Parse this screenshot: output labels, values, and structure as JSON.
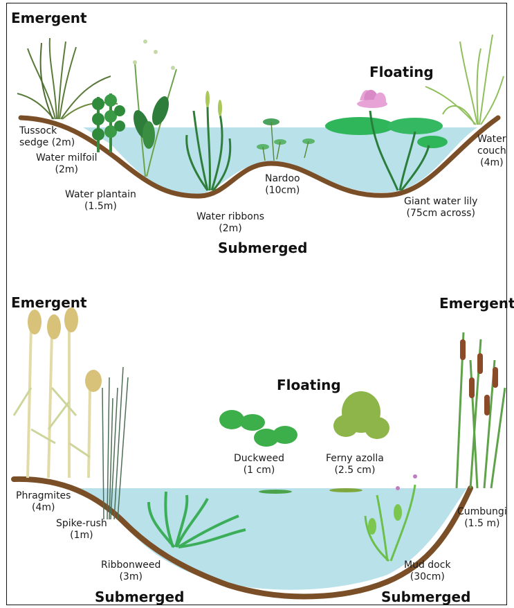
{
  "top": {
    "heading_emergent": "Emergent",
    "heading_floating": "Floating",
    "heading_submerged": "Submerged",
    "plants": [
      {
        "name": "Tussock sedge (2m)",
        "line1": "Tussock",
        "line2": "sedge (2m)"
      },
      {
        "name": "Water milfoil (2m)",
        "line1": "Water milfoil",
        "line2": "(2m)"
      },
      {
        "name": "Water plantain (1.5m)",
        "line1": "Water plantain",
        "line2": "(1.5m)"
      },
      {
        "name": "Water ribbons (2m)",
        "line1": "Water ribbons",
        "line2": "(2m)"
      },
      {
        "name": "Nardoo (10cm)",
        "line1": "Nardoo",
        "line2": "(10cm)"
      },
      {
        "name": "Giant water lily (75cm across)",
        "line1": "Giant water lily",
        "line2": "(75cm across)"
      },
      {
        "name": "Water couch (4m)",
        "line1": "Water",
        "line2": "couch",
        "line3": "(4m)"
      }
    ]
  },
  "bottom": {
    "heading_emergent_left": "Emergent",
    "heading_emergent_right": "Emergent",
    "heading_floating": "Floating",
    "heading_submerged_left": "Submerged",
    "heading_submerged_right": "Submerged",
    "plants": [
      {
        "name": "Phragmites (4m)",
        "line1": "Phragmites",
        "line2": "(4m)"
      },
      {
        "name": "Spike-rush (1m)",
        "line1": "Spike-rush",
        "line2": "(1m)"
      },
      {
        "name": "Ribbonweed (3m)",
        "line1": "Ribbonweed",
        "line2": "(3m)"
      },
      {
        "name": "Duckweed (1 cm)",
        "line1": "Duckweed",
        "line2": "(1 cm)"
      },
      {
        "name": "Ferny azolla (2.5 cm)",
        "line1": "Ferny azolla",
        "line2": "(2.5 cm)"
      },
      {
        "name": "Mud dock (30cm)",
        "line1": "Mud dock",
        "line2": "(30cm)"
      },
      {
        "name": "Cumbungi (1.5 m)",
        "line1": "Cumbungi",
        "line2": "(1.5 m)"
      }
    ]
  },
  "colors": {
    "water": "#b9e1ea",
    "bank": "#7a4f28",
    "plant_dark": "#2f7d3a",
    "plant_light": "#7ec850",
    "reed": "#e9e1b0",
    "lily_flower": "#e7a3d6"
  }
}
